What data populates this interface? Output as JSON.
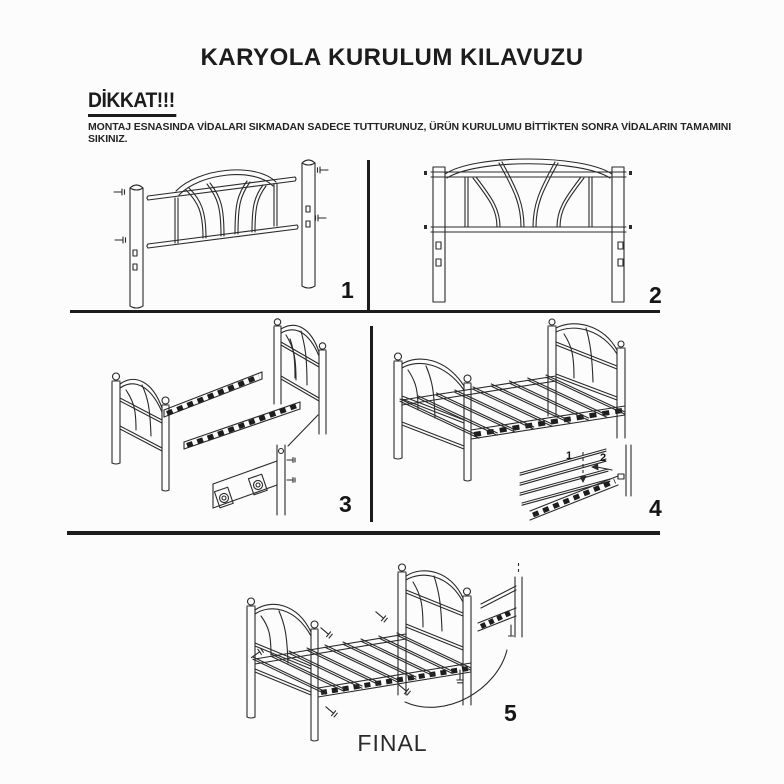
{
  "title": "KARYOLA KURULUM KILAVUZU",
  "warning": {
    "heading": "DİKKAT!!!",
    "text": "MONTAJ ESNASINDA VİDALARI SIKMADAN SADECE TUTTURUNUZ, ÜRÜN KURULUMU BİTTİKTEN SONRA VİDALARIN TAMAMINI SIKINIZ."
  },
  "steps": [
    {
      "label": "1"
    },
    {
      "label": "2"
    },
    {
      "label": "3"
    },
    {
      "label": "4"
    },
    {
      "label": "5"
    }
  ],
  "step4_inset": {
    "arrow1_label": "1",
    "arrow2_label": "2"
  },
  "final_label": "FINAL",
  "colors": {
    "background": "#fcfcfc",
    "ink": "#1f1f1f"
  }
}
